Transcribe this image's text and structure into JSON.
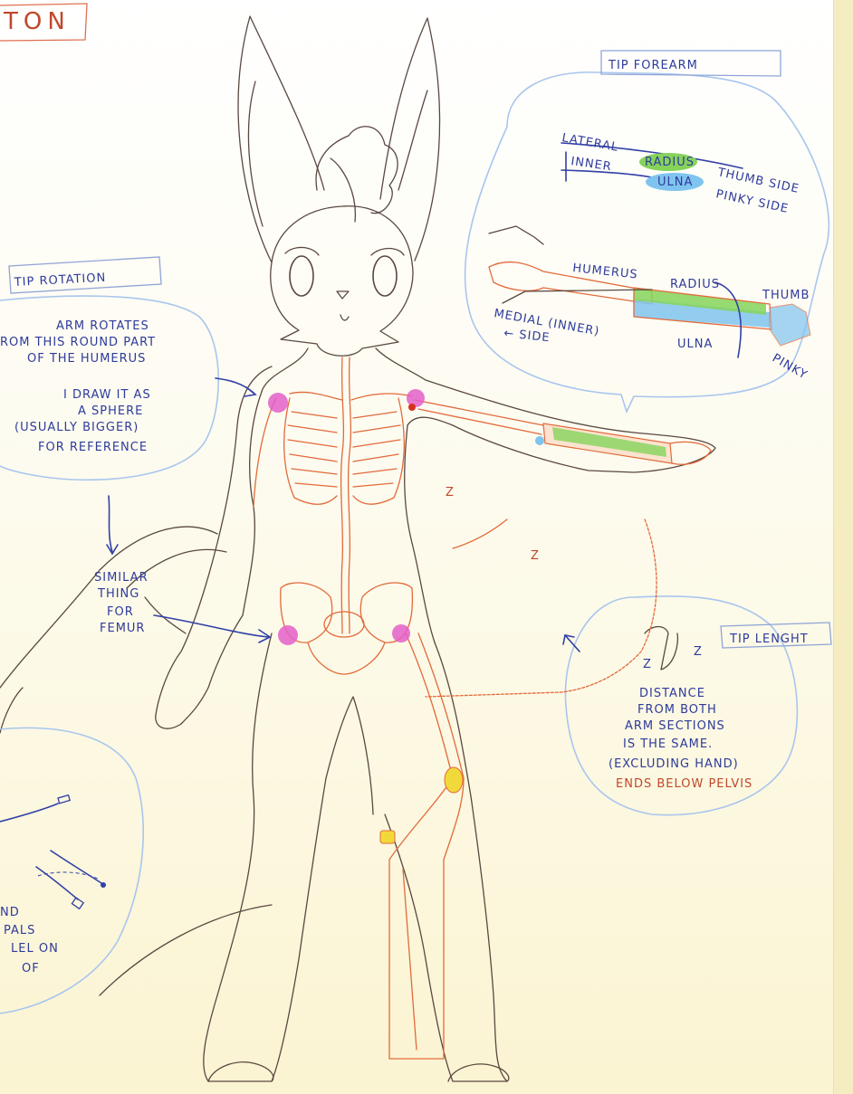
{
  "title_fragment": "TON",
  "colors": {
    "paper": "#fdfbe9",
    "pencil": "#5a4840",
    "skeleton": "#e26a3b",
    "ink_blue": "#2e3b9b",
    "bubble": "#a9c6ee",
    "joint_pink": "#e35fc9",
    "joint_yellow": "#f2d93a",
    "ulna_blue": "#7fc4ef",
    "radius_green": "#86d35a",
    "side_panel": "#f6ecc2"
  },
  "tip_forearm": {
    "tag": "TIP FOREARM",
    "lateral": "LATERAL",
    "radius": "RADIUS",
    "thumb_side": "THUMB SIDE",
    "inner": "INNER",
    "ulna": "ULNA",
    "pinky_side": "PINKY SIDE",
    "humerus": "HUMERUS",
    "radius_label": "RADIUS",
    "thumb": "THUMB",
    "medial": "MEDIAL (INNER)",
    "side": "← SIDE",
    "ulna_label": "ULNA",
    "pinky": "PINKY"
  },
  "tip_rotation": {
    "tag": "TIP ROTATION",
    "lines": [
      "ARM ROTATES",
      "ROM THIS ROUND PART",
      "OF THE HUMERUS",
      "I DRAW IT AS",
      "A SPHERE",
      "(USUALLY BIGGER)",
      "FOR REFERENCE"
    ]
  },
  "similar": {
    "lines": [
      "SIMILAR",
      "THING",
      "FOR",
      "FEMUR"
    ]
  },
  "tip_length": {
    "tag": "TIP LENGHT",
    "lines": [
      "DISTANCE",
      "FROM BOTH",
      "ARM SECTIONS",
      "IS THE SAME.",
      "(EXCLUDING HAND)",
      "ENDS BELOW PELVIS"
    ]
  },
  "z_marks": [
    "Z",
    "Z",
    "Z",
    "Z"
  ],
  "left_bubble_fragment": [
    "ND",
    "PALS",
    "LEL ON",
    "OF"
  ]
}
